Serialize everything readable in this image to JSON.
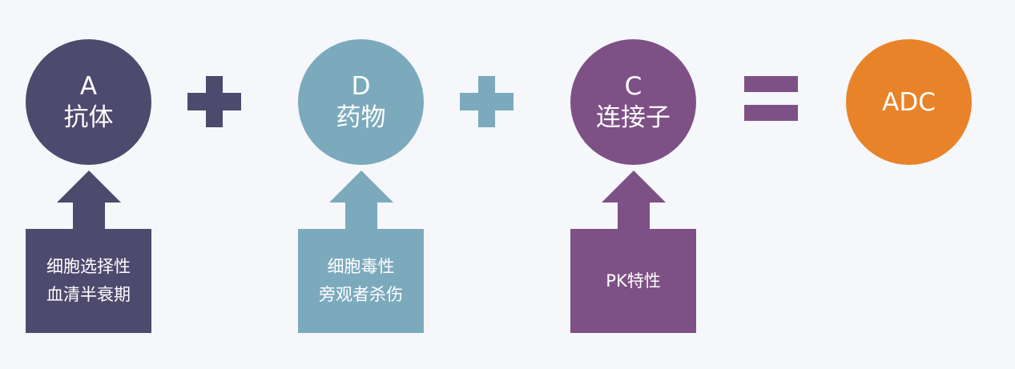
{
  "colors": {
    "antibody": "#4e4a6e",
    "drug": "#7caabd",
    "linker": "#7e5186",
    "adc": "#e8832a",
    "background": "#f5f7fa"
  },
  "components": [
    {
      "letter": "A",
      "name": "抗体",
      "features": [
        "细胞选择性",
        "血清半衰期"
      ]
    },
    {
      "letter": "D",
      "name": "药物",
      "features": [
        "细胞毒性",
        "旁观者杀伤"
      ]
    },
    {
      "letter": "C",
      "name": "连接子",
      "features": [
        "PK特性"
      ]
    }
  ],
  "operators": [
    "plus-icon",
    "plus-icon",
    "equals-icon"
  ],
  "result": {
    "label": "ADC"
  }
}
